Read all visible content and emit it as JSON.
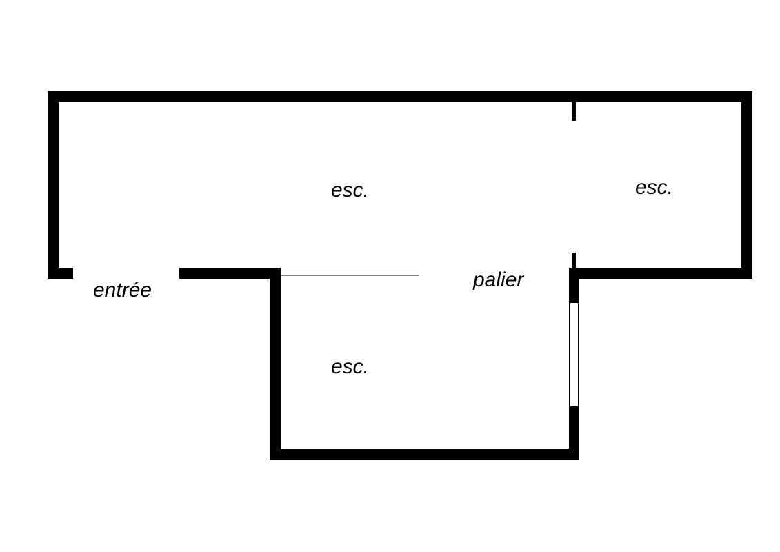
{
  "colors": {
    "background": "#ffffff",
    "wall": "#000000",
    "window_frame": "#000000",
    "window_glass": "#ffffff"
  },
  "labels": {
    "entrance": "entrée",
    "stair_top": "esc.",
    "stair_right": "esc.",
    "stair_bottom": "esc.",
    "landing": "palier"
  }
}
